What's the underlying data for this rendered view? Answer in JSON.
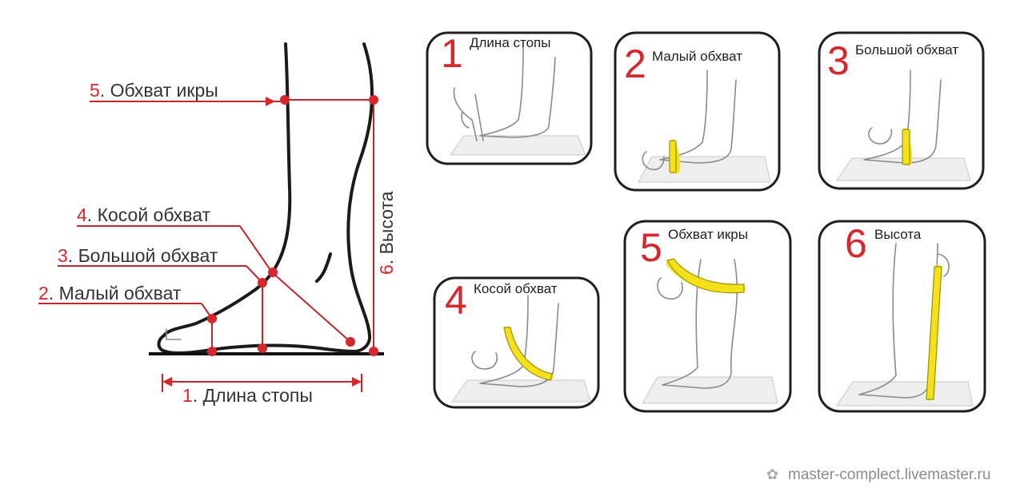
{
  "main_diagram": {
    "labels": [
      {
        "num": "5",
        "text": ". Обхват икры"
      },
      {
        "num": "4",
        "text": ". Косой обхват"
      },
      {
        "num": "3",
        "text": ". Большой обхват"
      },
      {
        "num": "2",
        "text": ". Малый обхват"
      },
      {
        "num": "1",
        "text": ". Длина стопы"
      },
      {
        "num": "6",
        "text": ". Высота"
      }
    ]
  },
  "cards": [
    {
      "num": "1",
      "title": "Длина стопы"
    },
    {
      "num": "2",
      "title": "Малый обхват"
    },
    {
      "num": "3",
      "title": "Большой обхват"
    },
    {
      "num": "4",
      "title": "Косой обхват"
    },
    {
      "num": "5",
      "title": "Обхват икры"
    },
    {
      "num": "6",
      "title": "Высота"
    }
  ],
  "watermark": {
    "text": "master-complect.livemaster.ru",
    "icon": "gear-icon"
  },
  "colors": {
    "accent": "#d7262c",
    "tape": "#f3e21a",
    "outline": "#1a1a1a"
  }
}
